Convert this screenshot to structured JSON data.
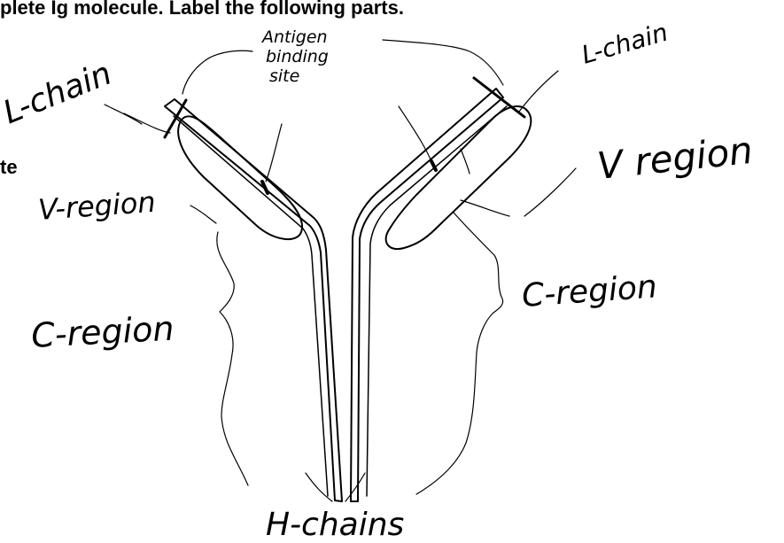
{
  "worksheet": {
    "instruction_text": "plete Ig molecule.  Label the following parts.",
    "side_fragment": "te"
  },
  "labels": {
    "antigen_binding_site": [
      "Antigen",
      "binding",
      "site"
    ],
    "l_chain_left": "L-chain",
    "l_chain_right": "L-chain",
    "v_region_left": "V-region",
    "v_region_right": "V region",
    "c_region_left": "C-region",
    "c_region_right": "C-region",
    "h_chains": "H-chains"
  },
  "colors": {
    "ink": "#000000",
    "background": "#ffffff"
  }
}
